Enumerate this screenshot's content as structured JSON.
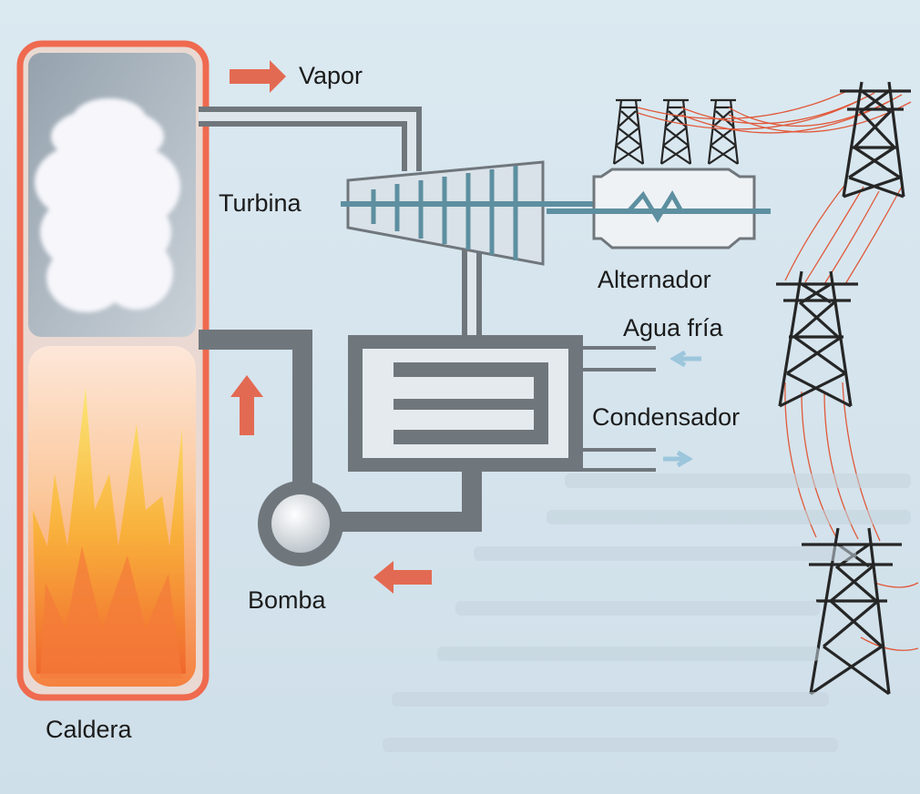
{
  "labels": {
    "vapor": "Vapor",
    "turbina": "Turbina",
    "alternador": "Alternador",
    "agua_fria": "Agua fría",
    "condensador": "Condensador",
    "bomba": "Bomba",
    "caldera": "Caldera"
  },
  "colors": {
    "pipe": "#70777c",
    "boiler_border": "#ef6a4f",
    "turbine_blade": "#5d8fa0",
    "arrow": "#e36a52",
    "water_arrow": "#9cc6dc",
    "wire": "#e0593a",
    "tower": "#262626"
  }
}
